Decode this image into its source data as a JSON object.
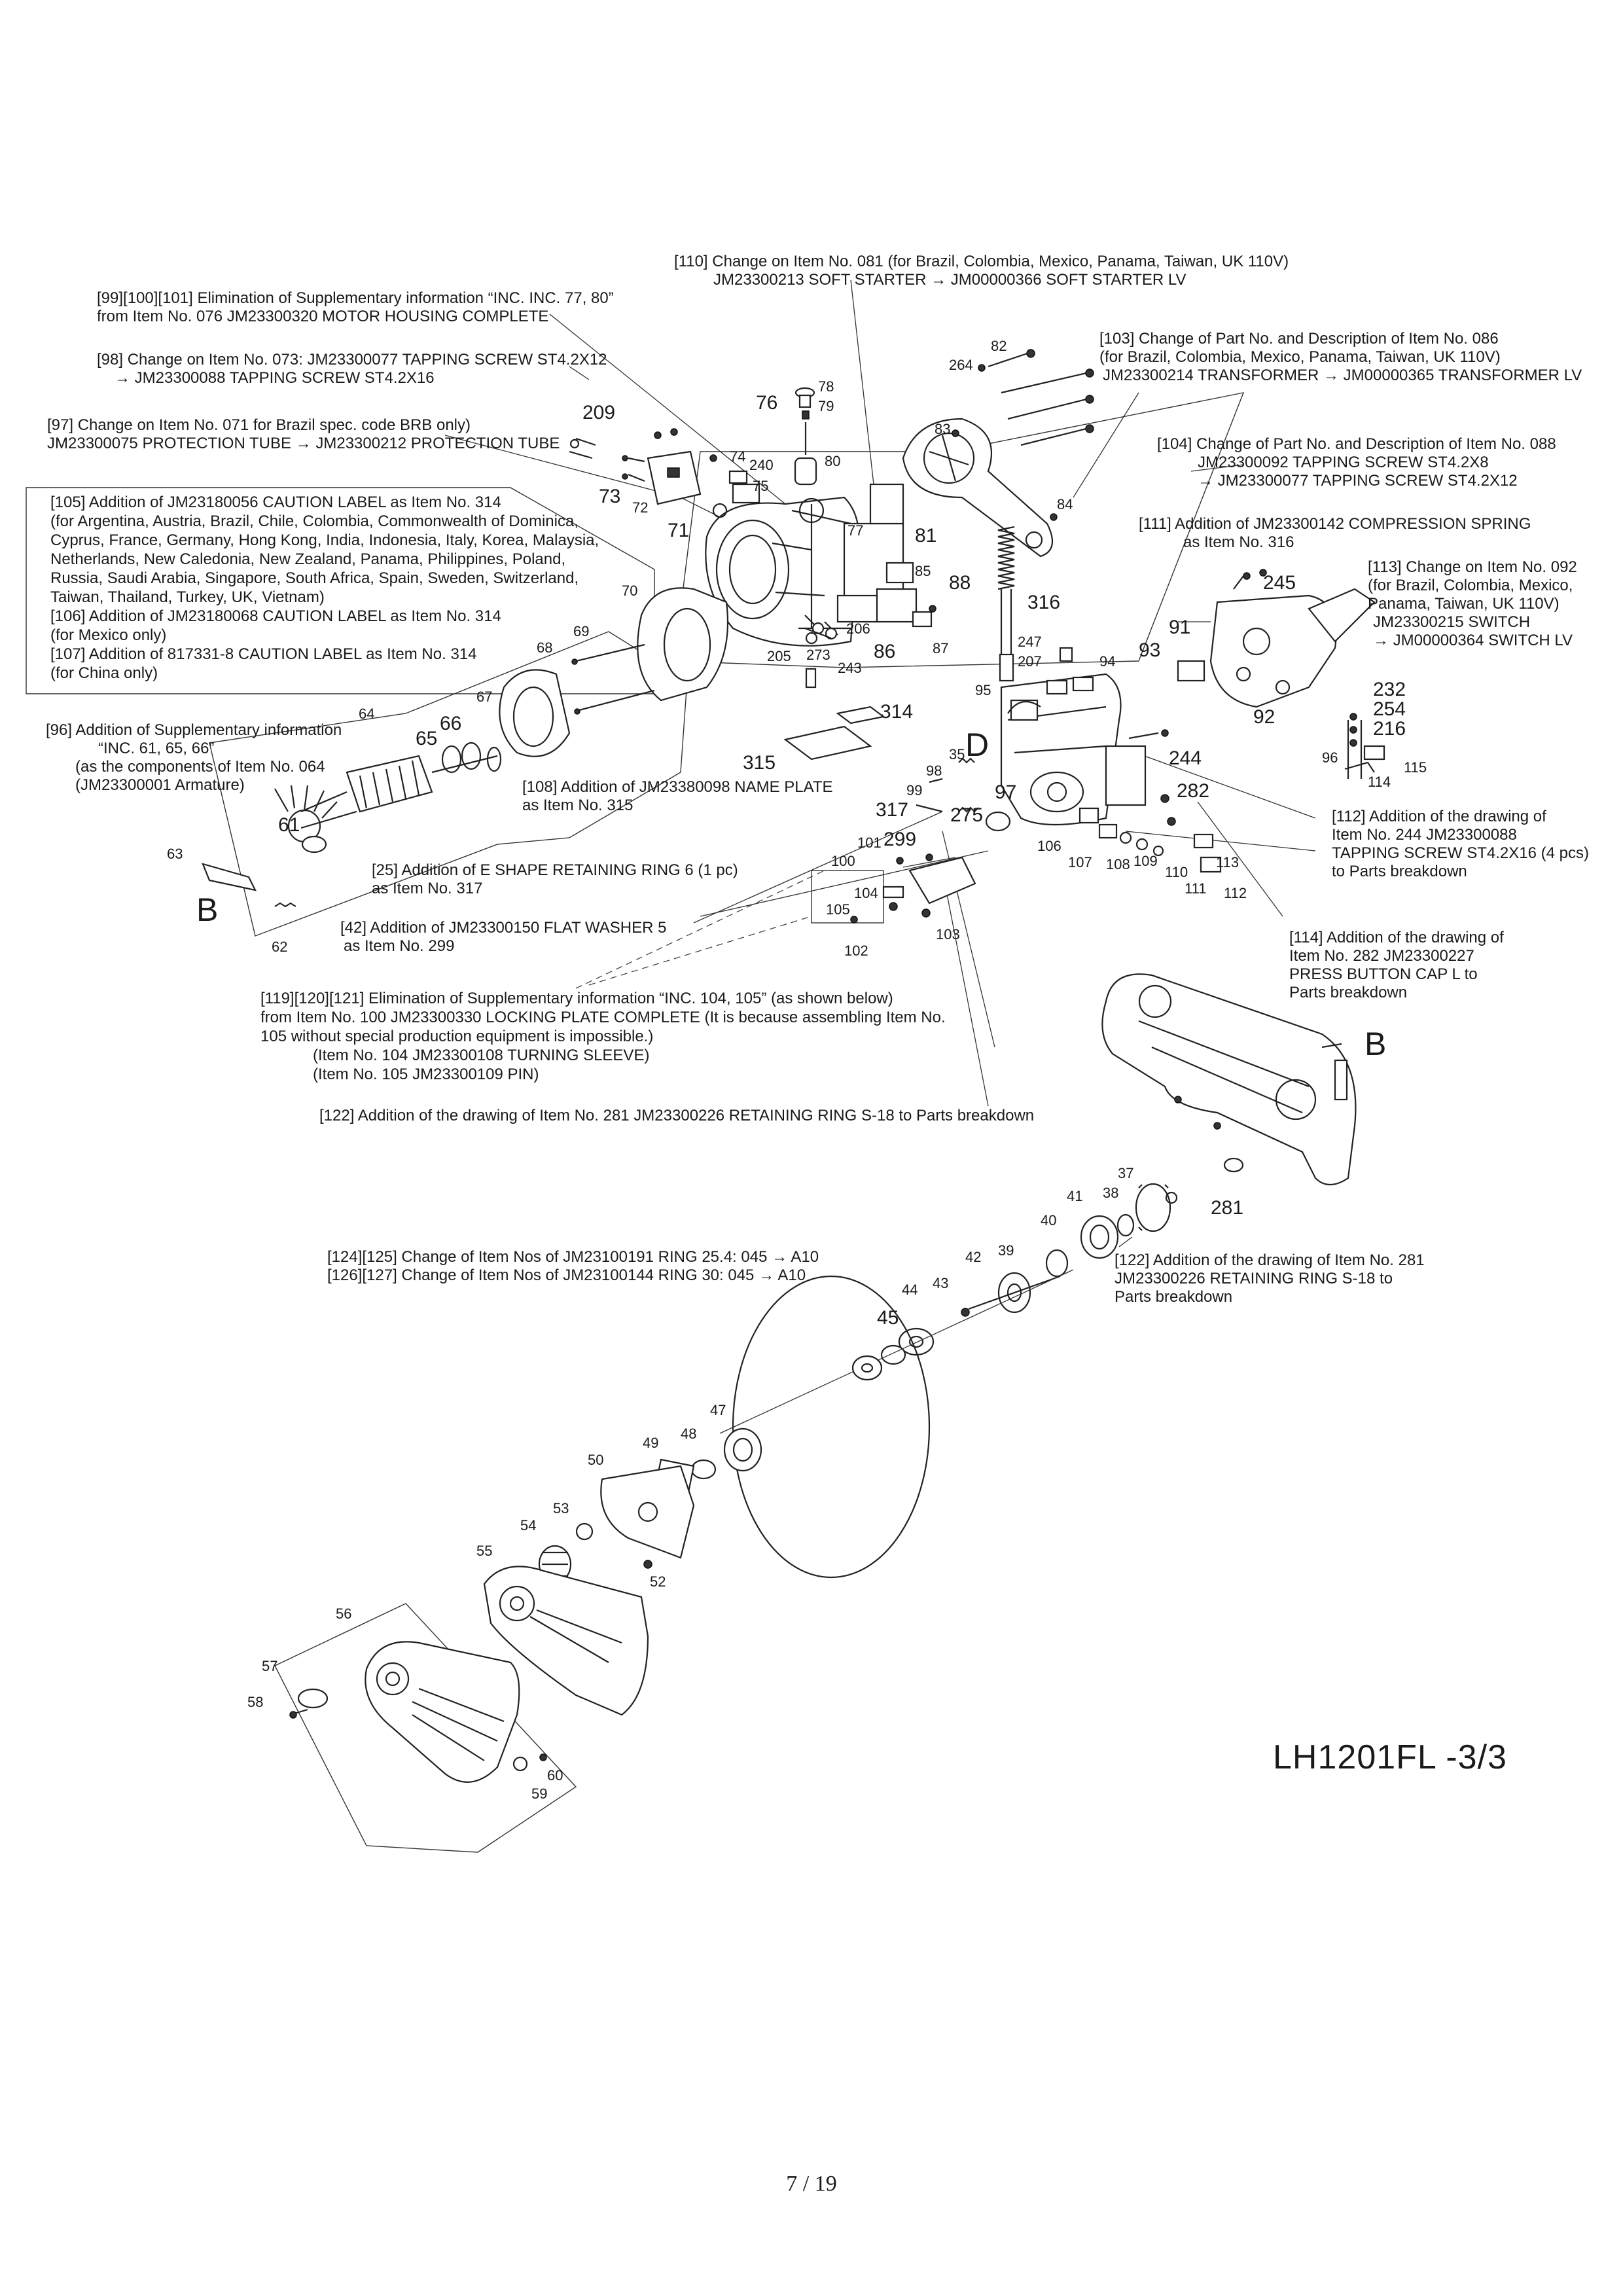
{
  "notes": {
    "n110": [
      "[110] Change on Item No. 081 (for Brazil, Colombia, Mexico, Panama, Taiwan, UK 110V)",
      "JM23300213 SOFT STARTER → JM00000366 SOFT STARTER LV"
    ],
    "n99": [
      "[99][100][101] Elimination of Supplementary information “INC. INC. 77, 80”",
      "from Item No. 076 JM23300320 MOTOR HOUSING COMPLETE"
    ],
    "n103": [
      "[103] Change of Part No. and Description of Item No. 086",
      "(for Brazil, Colombia, Mexico, Panama, Taiwan, UK 110V)",
      "JM23300214 TRANSFORMER → JM00000365 TRANSFORMER LV"
    ],
    "n98": [
      "[98] Change on Item No. 073: JM23300077 TAPPING SCREW ST4.2X12",
      "→ JM23300088 TAPPING SCREW ST4.2X16"
    ],
    "n97": [
      "[97] Change on Item No. 071 for Brazil spec. code BRB only)",
      "JM23300075 PROTECTION TUBE → JM23300212 PROTECTION TUBE"
    ],
    "n104": [
      "[104] Change of Part No. and Description of Item No. 088",
      "JM23300092 TAPPING SCREW ST4.2X8",
      "→ JM23300077 TAPPING SCREW ST4.2X12"
    ],
    "n105": [
      "[105] Addition of JM23180056 CAUTION LABEL as Item No. 314",
      "(for Argentina, Austria, Brazil, Chile, Colombia, Commonwealth of Dominica,",
      "Cyprus, France, Germany, Hong Kong, India, Indonesia, Italy, Korea, Malaysia,",
      "Netherlands, New Caledonia, New Zealand, Panama, Philippines, Poland,",
      "Russia, Saudi Arabia, Singapore, South Africa, Spain, Sweden, Switzerland,",
      "Taiwan, Thailand, Turkey, UK, Vietnam)",
      "[106] Addition of JM23180068 CAUTION LABEL as Item No. 314",
      "(for Mexico only)",
      "[107] Addition of 817331-8 CAUTION LABEL as Item No. 314",
      "(for China only)"
    ],
    "n111": [
      "[111] Addition of JM23300142 COMPRESSION SPRING",
      "as Item No. 316"
    ],
    "n113": [
      "[113] Change on Item No. 092",
      "(for Brazil, Colombia, Mexico,",
      "Panama, Taiwan, UK 110V)",
      "JM23300215 SWITCH",
      "→ JM00000364 SWITCH LV"
    ],
    "n96": [
      "[96] Addition of Supplementary information",
      "“INC. 61, 65, 66”",
      "(as the components of Item No. 064",
      "(JM23300001 Armature)"
    ],
    "n108": [
      "[108] Addition of JM23380098 NAME PLATE",
      "as Item No. 315"
    ],
    "n112": [
      "[112] Addition of the drawing of",
      "Item No. 244 JM23300088",
      "TAPPING SCREW ST4.2X16 (4 pcs)",
      "to Parts breakdown"
    ],
    "n25": [
      "[25] Addition of E SHAPE RETAINING RING 6 (1 pc)",
      "as Item No. 317"
    ],
    "n42": [
      "[42] Addition of JM23300150 FLAT WASHER 5",
      "as Item No. 299"
    ],
    "n114": [
      "[114] Addition of the drawing of",
      "Item No. 282 JM23300227",
      "PRESS BUTTON CAP L to",
      "Parts breakdown"
    ],
    "n119": [
      "[119][120][121] Elimination of Supplementary information “INC. 104, 105” (as shown below)",
      "from Item No. 100 JM23300330 LOCKING PLATE COMPLETE (It is because assembling Item No.",
      "105 without special production equipment is impossible.)",
      "(Item No. 104 JM23300108 TURNING SLEEVE)",
      "(Item No. 105 JM23300109 PIN)"
    ],
    "n122a": [
      "[122] Addition of the drawing of Item No. 281 JM23300226 RETAINING RING S-18 to Parts breakdown"
    ],
    "n124": [
      "[124][125] Change of Item Nos of JM23100191 RING 25.4: 045 → A10",
      "[126][127] Change of Item Nos of JM23100144 RING 30: 045 → A10"
    ],
    "n122b": [
      "[122] Addition of the drawing of Item No. 281",
      "JM23300226 RETAINING RING S-18 to",
      "Parts breakdown"
    ]
  },
  "part_numbers": [
    "82",
    "264",
    "78",
    "79",
    "76",
    "209",
    "74",
    "240",
    "75",
    "80",
    "73",
    "72",
    "71",
    "77",
    "83",
    "84",
    "81",
    "85",
    "88",
    "316",
    "70",
    "69",
    "68",
    "67",
    "66",
    "65",
    "64",
    "61",
    "63",
    "62",
    "206",
    "273",
    "205",
    "243",
    "86",
    "87",
    "245",
    "91",
    "93",
    "92",
    "232",
    "254",
    "216",
    "96",
    "114",
    "115",
    "247",
    "207",
    "94",
    "95",
    "314",
    "315",
    "35",
    "98",
    "99",
    "97",
    "275",
    "317",
    "299",
    "101",
    "100",
    "104",
    "105",
    "102",
    "103",
    "244",
    "282",
    "106",
    "107",
    "108",
    "109",
    "110",
    "111",
    "113",
    "112",
    "37",
    "41",
    "38",
    "281",
    "40",
    "39",
    "42",
    "43",
    "44",
    "45",
    "47",
    "48",
    "49",
    "50",
    "53",
    "54",
    "52",
    "55",
    "56",
    "57",
    "58",
    "60",
    "59"
  ],
  "reference_letters": {
    "b1": "B",
    "b2": "B",
    "d": "D"
  },
  "model_code": "LH1201FL -3/3",
  "page_number": "7 / 19"
}
